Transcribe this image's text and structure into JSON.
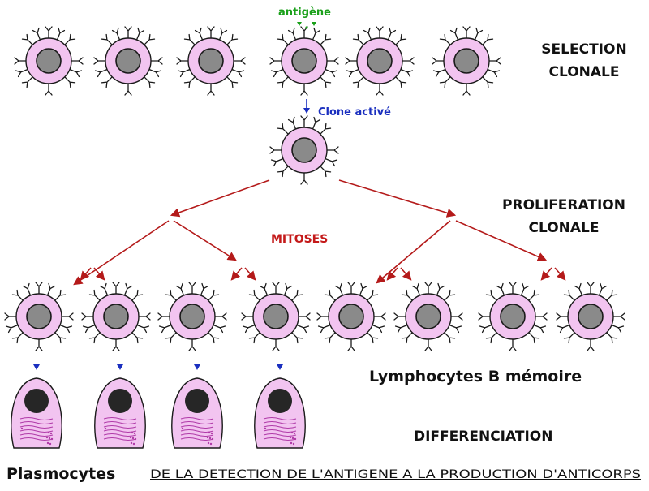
{
  "labels": {
    "antigen": "antigène",
    "selection_line1": "SELECTION",
    "selection_line2": "CLONALE",
    "clone_active": "Clone activé",
    "proliferation_line1": "PROLIFERATION",
    "proliferation_line2": "CLONALE",
    "mitoses": "MITOSES",
    "memory_cells": "Lymphocytes B mémoire",
    "differentiation": "DIFFERENCIATION",
    "plasmocytes": "Plasmocytes",
    "footer": "DE LA DETECTION DE L'ANTIGENE A LA PRODUCTION D'ANTICORPS"
  },
  "colors": {
    "cell_membrane": "#f2c4f0",
    "cell_outline": "#1a1a1a",
    "nucleus": "#8a8a8a",
    "plasmocyte_nucleus": "#262626",
    "plasmocyte_er": "#b03aa8",
    "arrow_red": "#b41a1a",
    "arrow_blue": "#1a2fbf",
    "antigen_green": "#1aa01a"
  },
  "icons": {
    "lymphocyte": "lymphocyte-b-icon",
    "antibody": "antibody-receptor-icon",
    "plasmocyte": "plasmocyte-icon"
  }
}
